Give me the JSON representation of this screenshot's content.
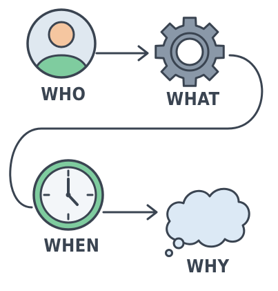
{
  "labels": {
    "who": "WHO",
    "what": "WHAT",
    "when": "WHEN",
    "why": "WHY"
  },
  "icons": {
    "who": "person-icon",
    "what": "gear-icon",
    "when": "clock-icon",
    "why": "thought-cloud-icon"
  },
  "colors": {
    "outline": "#3a4451",
    "avatar_bg": "#dfe8f0",
    "avatar_skin": "#f5c6a0",
    "avatar_body": "#7fcc9f",
    "gear": "#8a98a8",
    "clock_ring": "#7fcc9f",
    "clock_face": "#f3f6f9",
    "cloud": "#dce9f5"
  }
}
